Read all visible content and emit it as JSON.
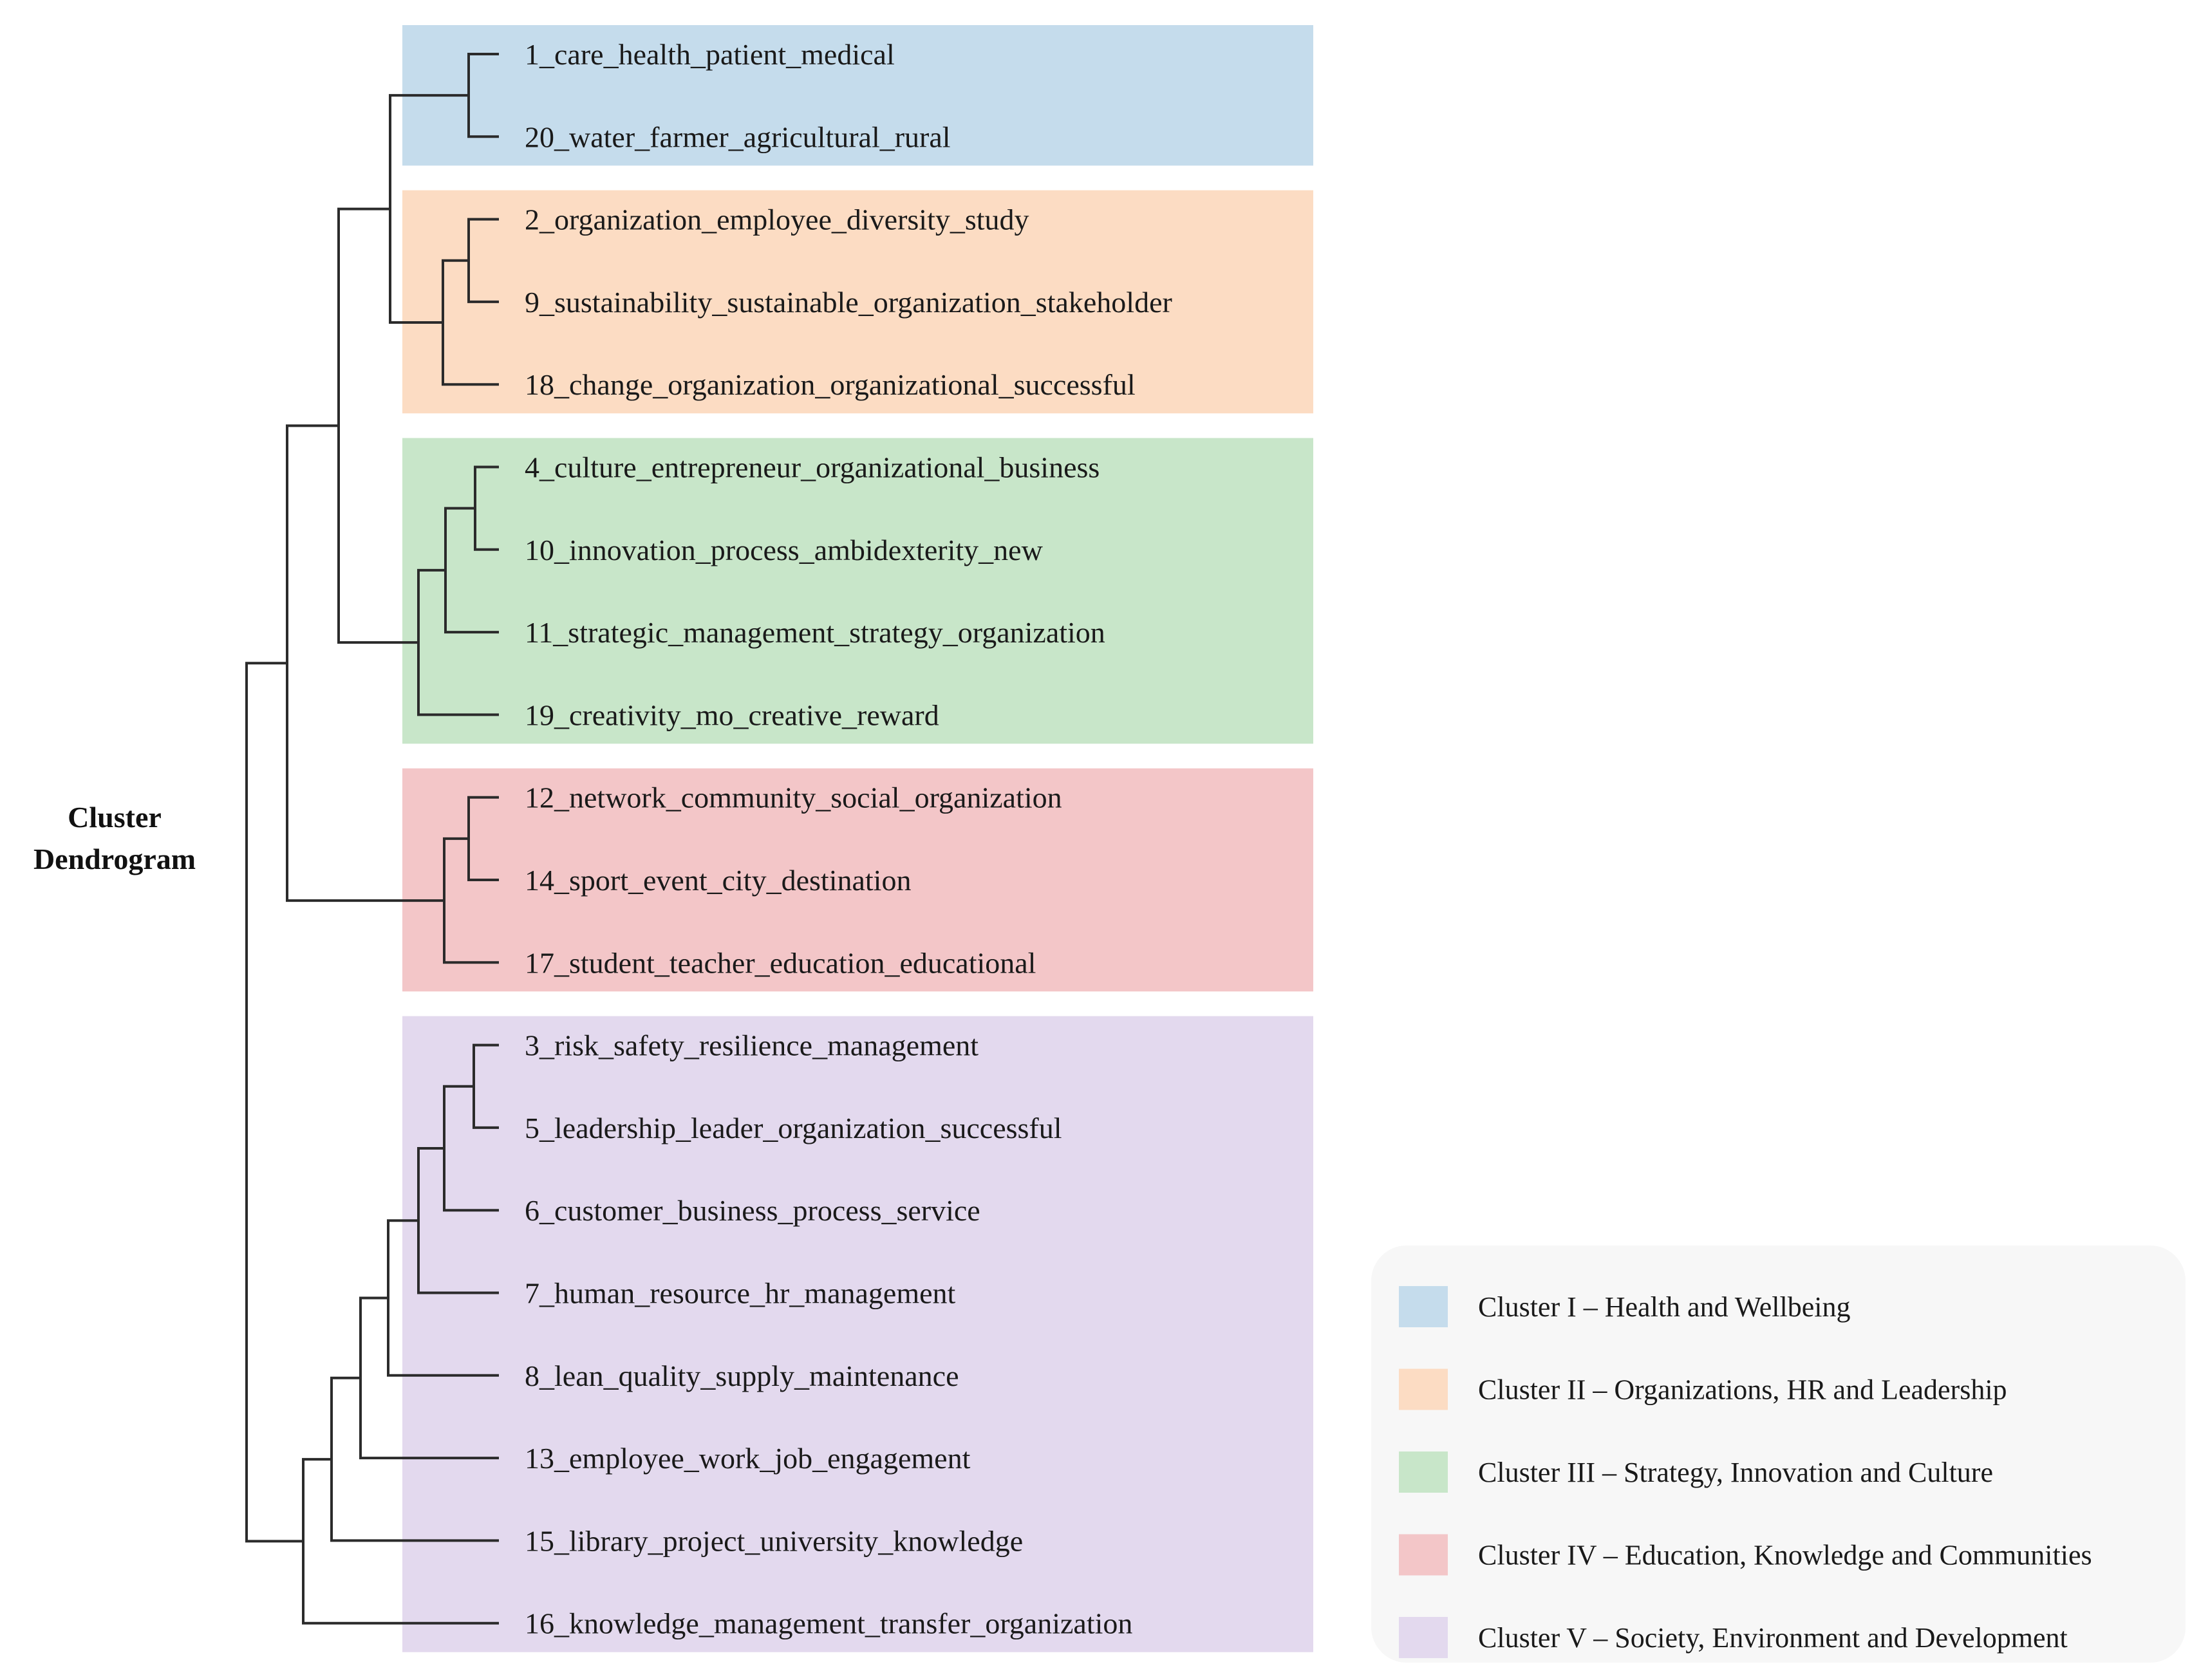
{
  "title_lines": [
    "Cluster",
    "Dendrogram"
  ],
  "clusters": [
    {
      "id": "I",
      "color": "#c5dcec",
      "legend": "Cluster I – Health and Wellbeing"
    },
    {
      "id": "II",
      "color": "#fcdcc3",
      "legend": "Cluster II – Organizations, HR and Leadership"
    },
    {
      "id": "III",
      "color": "#c8e6c9",
      "legend": "Cluster III – Strategy, Innovation and Culture"
    },
    {
      "id": "IV",
      "color": "#f3c6c8",
      "legend": "Cluster IV – Education, Knowledge and Communities"
    },
    {
      "id": "V",
      "color": "#e3d9ee",
      "legend": "Cluster V – Society, Environment and Development"
    }
  ],
  "leaves": [
    {
      "label": "1_care_health_patient_medical",
      "cluster": "I"
    },
    {
      "label": "20_water_farmer_agricultural_rural",
      "cluster": "I"
    },
    {
      "label": "2_organization_employee_diversity_study",
      "cluster": "II"
    },
    {
      "label": "9_sustainability_sustainable_organization_stakeholder",
      "cluster": "II"
    },
    {
      "label": "18_change_organization_organizational_successful",
      "cluster": "II"
    },
    {
      "label": "4_culture_entrepreneur_organizational_business",
      "cluster": "III"
    },
    {
      "label": "10_innovation_process_ambidexterity_new",
      "cluster": "III"
    },
    {
      "label": "11_strategic_management_strategy_organization",
      "cluster": "III"
    },
    {
      "label": "19_creativity_mo_creative_reward",
      "cluster": "III"
    },
    {
      "label": "12_network_community_social_organization",
      "cluster": "IV"
    },
    {
      "label": "14_sport_event_city_destination",
      "cluster": "IV"
    },
    {
      "label": "17_student_teacher_education_educational",
      "cluster": "IV"
    },
    {
      "label": "3_risk_safety_resilience_management",
      "cluster": "V"
    },
    {
      "label": "5_leadership_leader_organization_successful",
      "cluster": "V"
    },
    {
      "label": "6_customer_business_process_service",
      "cluster": "V"
    },
    {
      "label": "7_human_resource_hr_management",
      "cluster": "V"
    },
    {
      "label": "8_lean_quality_supply_maintenance",
      "cluster": "V"
    },
    {
      "label": "13_employee_work_job_engagement",
      "cluster": "V"
    },
    {
      "label": "15_library_project_university_knowledge",
      "cluster": "V"
    },
    {
      "label": "16_knowledge_management_transfer_organization",
      "cluster": "V"
    }
  ],
  "merges": [
    {
      "children": [
        "1_care_health_patient_medical",
        "20_water_farmer_agricultural_rural"
      ]
    },
    {
      "children": [
        "2_organization_employee_diversity_study",
        "9_sustainability_sustainable_organization_stakeholder"
      ]
    },
    {
      "children": [
        "merge-2",
        "18_change_organization_organizational_successful"
      ]
    },
    {
      "children": [
        "merge-1",
        "merge-3"
      ]
    },
    {
      "children": [
        "4_culture_entrepreneur_organizational_business",
        "10_innovation_process_ambidexterity_new"
      ]
    },
    {
      "children": [
        "merge-5",
        "11_strategic_management_strategy_organization"
      ]
    },
    {
      "children": [
        "merge-6",
        "19_creativity_mo_creative_reward"
      ]
    },
    {
      "children": [
        "merge-4",
        "merge-7"
      ]
    },
    {
      "children": [
        "12_network_community_social_organization",
        "14_sport_event_city_destination"
      ]
    },
    {
      "children": [
        "merge-9",
        "17_student_teacher_education_educational"
      ]
    },
    {
      "children": [
        "merge-8",
        "merge-10"
      ]
    },
    {
      "children": [
        "3_risk_safety_resilience_management",
        "5_leadership_leader_organization_successful"
      ]
    },
    {
      "children": [
        "merge-12",
        "6_customer_business_process_service"
      ]
    },
    {
      "children": [
        "merge-13",
        "7_human_resource_hr_management"
      ]
    },
    {
      "children": [
        "merge-14",
        "8_lean_quality_supply_maintenance"
      ]
    },
    {
      "children": [
        "merge-15",
        "13_employee_work_job_engagement"
      ]
    },
    {
      "children": [
        "merge-16",
        "15_library_project_university_knowledge"
      ]
    },
    {
      "children": [
        "merge-17",
        "16_knowledge_management_transfer_organization"
      ]
    },
    {
      "children": [
        "merge-11",
        "merge-18"
      ]
    }
  ]
}
